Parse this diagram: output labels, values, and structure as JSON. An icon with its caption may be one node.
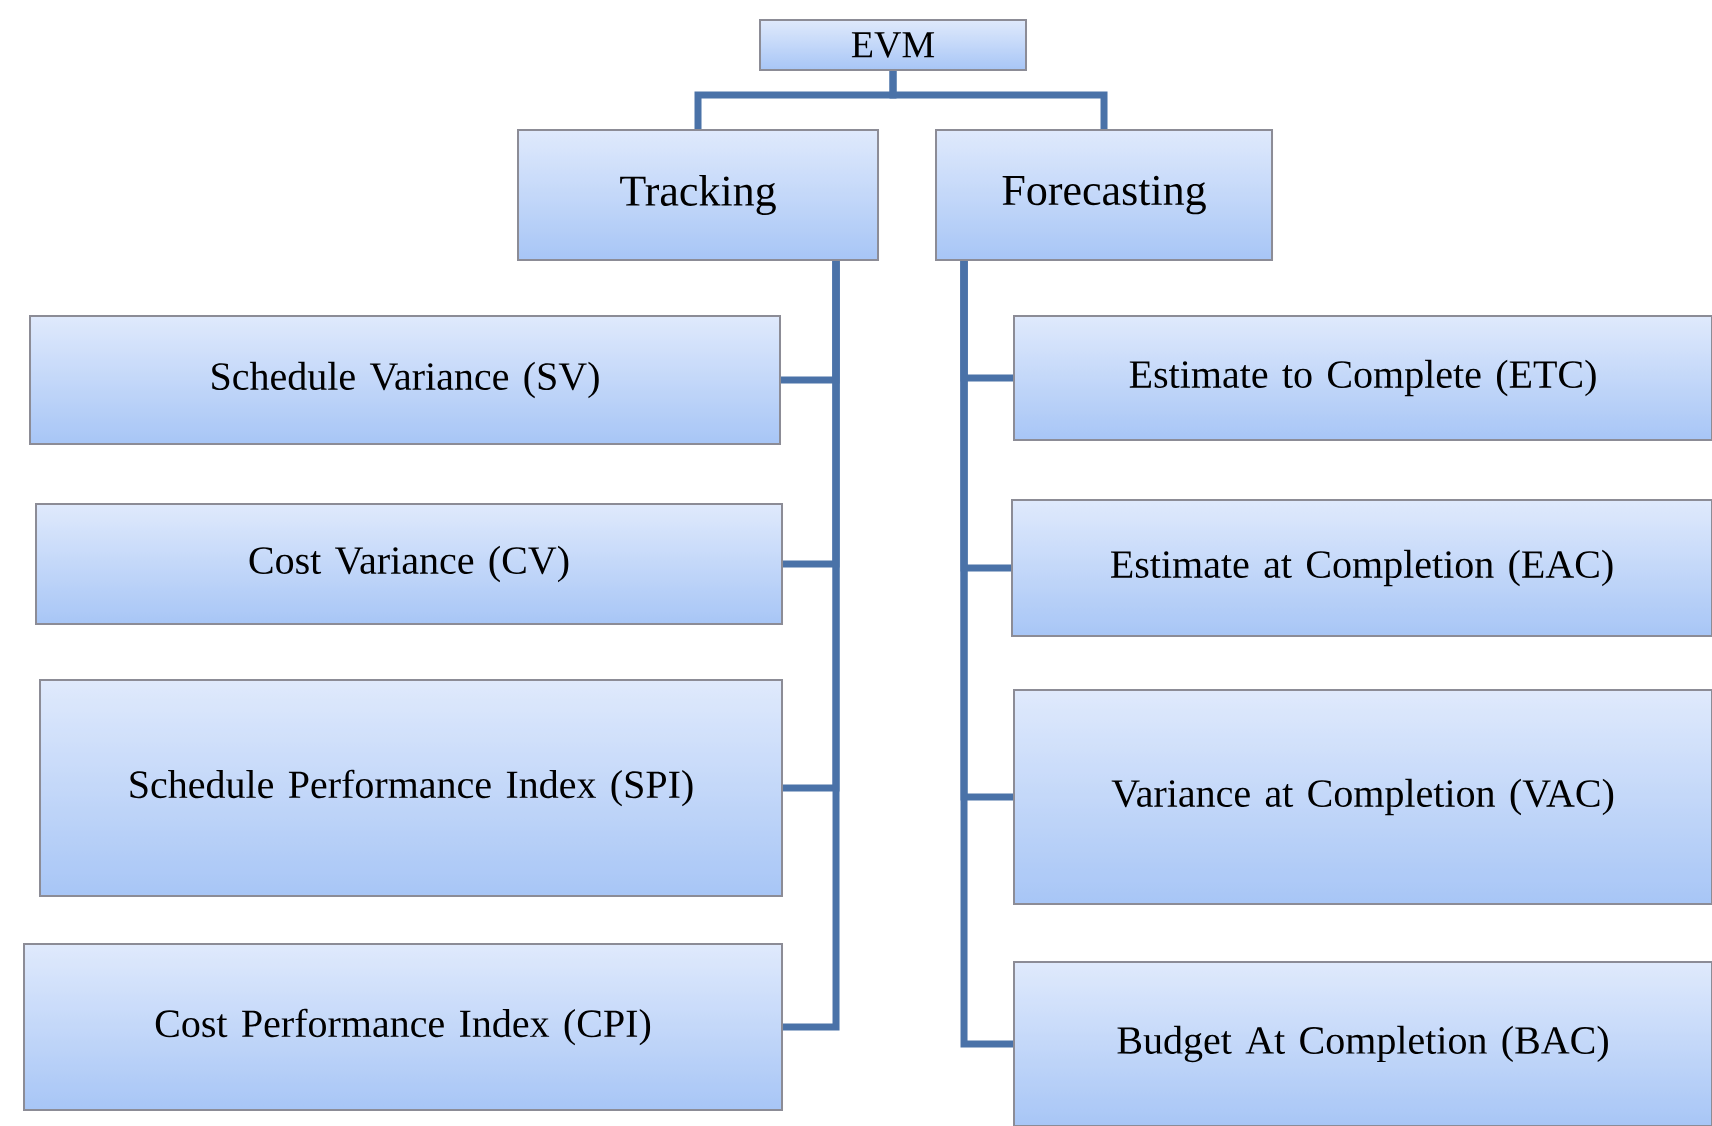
{
  "diagram": {
    "nodes": [
      {
        "text": [
          "EVM"
        ]
      },
      {
        "text": [
          "Tracking"
        ]
      },
      {
        "text": [
          "Forecasting"
        ]
      },
      {
        "text": [
          "Schedule Variance (SV)"
        ]
      },
      {
        "text": [
          "Cost Variance (CV)"
        ]
      },
      {
        "text": [
          "Schedule Performance Index (SPI)"
        ]
      },
      {
        "text": [
          "Cost Performance Index (CPI)"
        ]
      },
      {
        "text": [
          "Estimate to Complete (ETC)"
        ]
      },
      {
        "text": [
          "Estimate at Completion (EAC)"
        ]
      },
      {
        "text": [
          "Variance at Completion (VAC)"
        ]
      },
      {
        "text": [
          "Budget At Completion (BAC)"
        ]
      }
    ],
    "edges": [
      {
        "from": 0,
        "to": 1,
        "arrow": "none"
      },
      {
        "from": 0,
        "to": 2,
        "arrow": "none"
      },
      {
        "from": 1,
        "to": 3,
        "arrow": "none"
      },
      {
        "from": 1,
        "to": 4,
        "arrow": "none"
      },
      {
        "from": 1,
        "to": 5,
        "arrow": "none"
      },
      {
        "from": 1,
        "to": 6,
        "arrow": "none"
      },
      {
        "from": 2,
        "to": 7,
        "arrow": "none"
      },
      {
        "from": 2,
        "to": 8,
        "arrow": "none"
      },
      {
        "from": 2,
        "to": 9,
        "arrow": "none"
      },
      {
        "from": 2,
        "to": 10,
        "arrow": "none"
      }
    ]
  }
}
